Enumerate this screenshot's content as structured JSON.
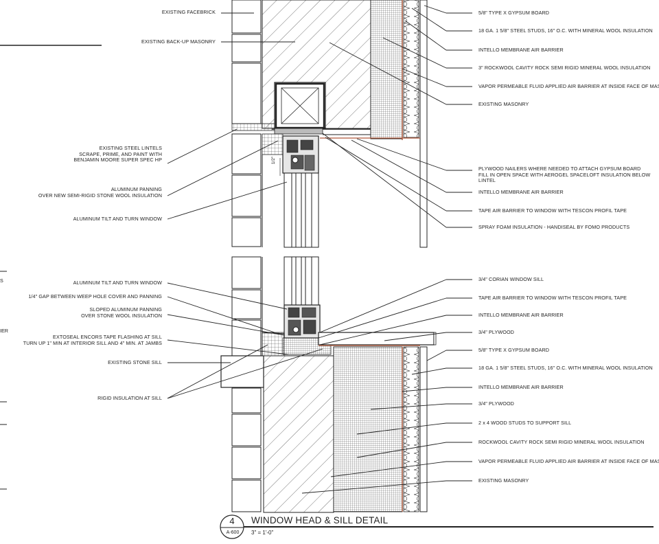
{
  "drawing": {
    "title": "WINDOW HEAD & SILL DETAIL",
    "detail_number": "4",
    "sheet_ref": "A-600",
    "scale": "3\" = 1'-0\"",
    "dimension": "1/2\"",
    "left_edge_fragments": [
      "S",
      "IER"
    ]
  },
  "head_labels_left": [
    "EXISTING FACEBRICK",
    "EXISTING BACK-UP MASONRY",
    "EXISTING STEEL LINTELS\nSCRAPE, PRIME, AND PAINT WITH\nBENJAMIN MOORE SUPER SPEC HP",
    "ALUMINUM PANNING\nOVER NEW SEMI-RIGID STONE WOOL INSULATION",
    "ALUMINUM TILT AND TURN WINDOW"
  ],
  "head_labels_right": [
    "5/8\" TYPE X GYPSUM BOARD",
    "18 GA. 1 5/8\" STEEL STUDS, 16\" O.C. WITH MINERAL WOOL INSULATION",
    "INTELLO MEMBRANE AIR BARRIER",
    "3\" ROCKWOOL CAVITY ROCK SEMI RIGID MINERAL WOOL INSULATION",
    "VAPOR PERMEABLE FLUID APPLIED AIR BARRIER AT INSIDE FACE OF MASONRY",
    "EXISTING MASONRY",
    "PLYWOOD NAILERS WHERE NEEDED TO ATTACH GYPSUM BOARD\nFILL IN OPEN SPACE WITH AEROGEL SPACELOFT INSULATION BELOW LINTEL",
    "INTELLO MEMBRANE AIR BARRIER",
    "TAPE AIR BARRIER TO WINDOW WITH TESCON PROFIL TAPE",
    "SPRAY FOAM INSULATION - HANDISEAL BY FOMO PRODUCTS"
  ],
  "sill_labels_left": [
    "ALUMINUM TILT AND TURN WINDOW",
    "1/4\" GAP BETWEEN WEEP HOLE COVER AND PANNING",
    "SLOPED ALUMINUM PANNING\nOVER STONE WOOL INSULATION",
    "EXTOSEAL ENCORS  TAPE FLASHING AT SILL\nTURN UP 1\" MIN AT INTERIOR SILL AND 4\" MIN. AT JAMBS",
    "EXISTING STONE SILL",
    "RIGID  INSULATION AT SILL"
  ],
  "sill_labels_right": [
    "3/4\" CORIAN WINDOW SILL",
    "TAPE AIR BARRIER TO WINDOW WITH TESCON PROFIL TAPE",
    "INTELLO MEMBRANE AIR BARRIER",
    "3/4\" PLYWOOD",
    "5/8\" TYPE X GYPSUM BOARD",
    "18 GA. 1 5/8\" STEEL STUDS, 16\" O.C. WITH MINERAL WOOL INSULATION",
    "INTELLO MEMBRANE AIR BARRIER",
    "3/4\" PLYWOOD",
    "2 x 4 WOOD STUDS TO SUPPORT SILL",
    "ROCKWOOL CAVITY ROCK SEMI RIGID MINERAL WOOL INSULATION",
    "VAPOR PERMEABLE FLUID APPLIED AIR BARRIER AT INSIDE FACE OF MASONRY",
    "EXISTING MASONRY"
  ]
}
